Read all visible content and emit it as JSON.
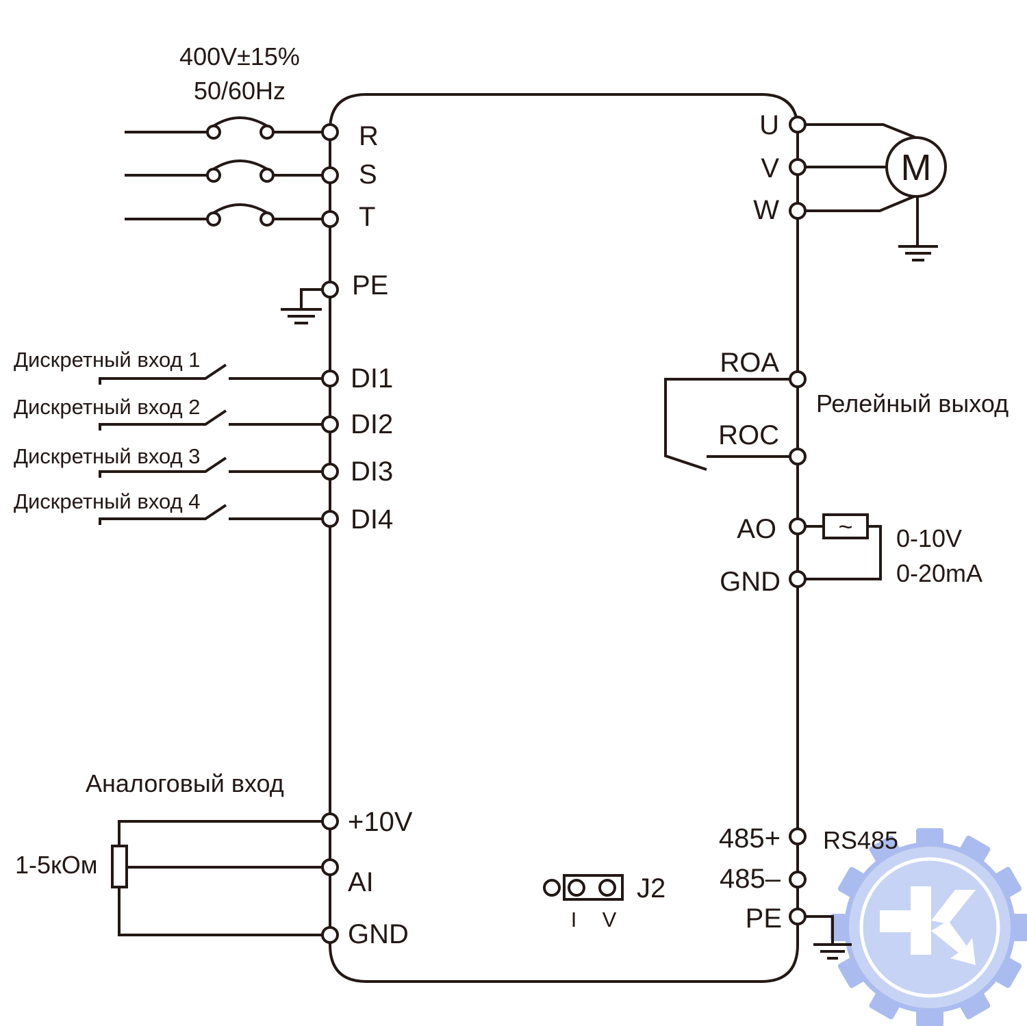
{
  "supply": {
    "voltage": "400V±15%",
    "frequency": "50/60Hz"
  },
  "power_terminals": [
    "R",
    "S",
    "T"
  ],
  "pe_left": "PE",
  "motor": {
    "terminals": [
      "U",
      "V",
      "W"
    ],
    "symbol": "M"
  },
  "digital_inputs": [
    {
      "label": "Дискретный вход 1",
      "terminal": "DI1"
    },
    {
      "label": "Дискретный вход 2",
      "terminal": "DI2"
    },
    {
      "label": "Дискретный вход 3",
      "terminal": "DI3"
    },
    {
      "label": "Дискретный вход 4",
      "terminal": "DI4"
    }
  ],
  "relay": {
    "label": "Релейный выход",
    "roa": "ROA",
    "roc": "ROC"
  },
  "analog_output": {
    "ao": "AO",
    "gnd": "GND",
    "range_v": "0-10V",
    "range_ma": "0-20mA",
    "symbol": "~"
  },
  "analog_input": {
    "label": "Аналоговый вход",
    "pot": "1-5кОм",
    "plus10": "+10V",
    "ai": "AI",
    "gnd": "GND"
  },
  "jumper": {
    "name": "J2",
    "i": "I",
    "v": "V"
  },
  "rs485": {
    "label": "RS485",
    "plus": "485+",
    "minus": "485–",
    "pe": "PE"
  },
  "logo": {
    "letter": "К",
    "color": "#8ea6ea"
  },
  "colors": {
    "line": "#231815",
    "background": "#ffffff"
  }
}
